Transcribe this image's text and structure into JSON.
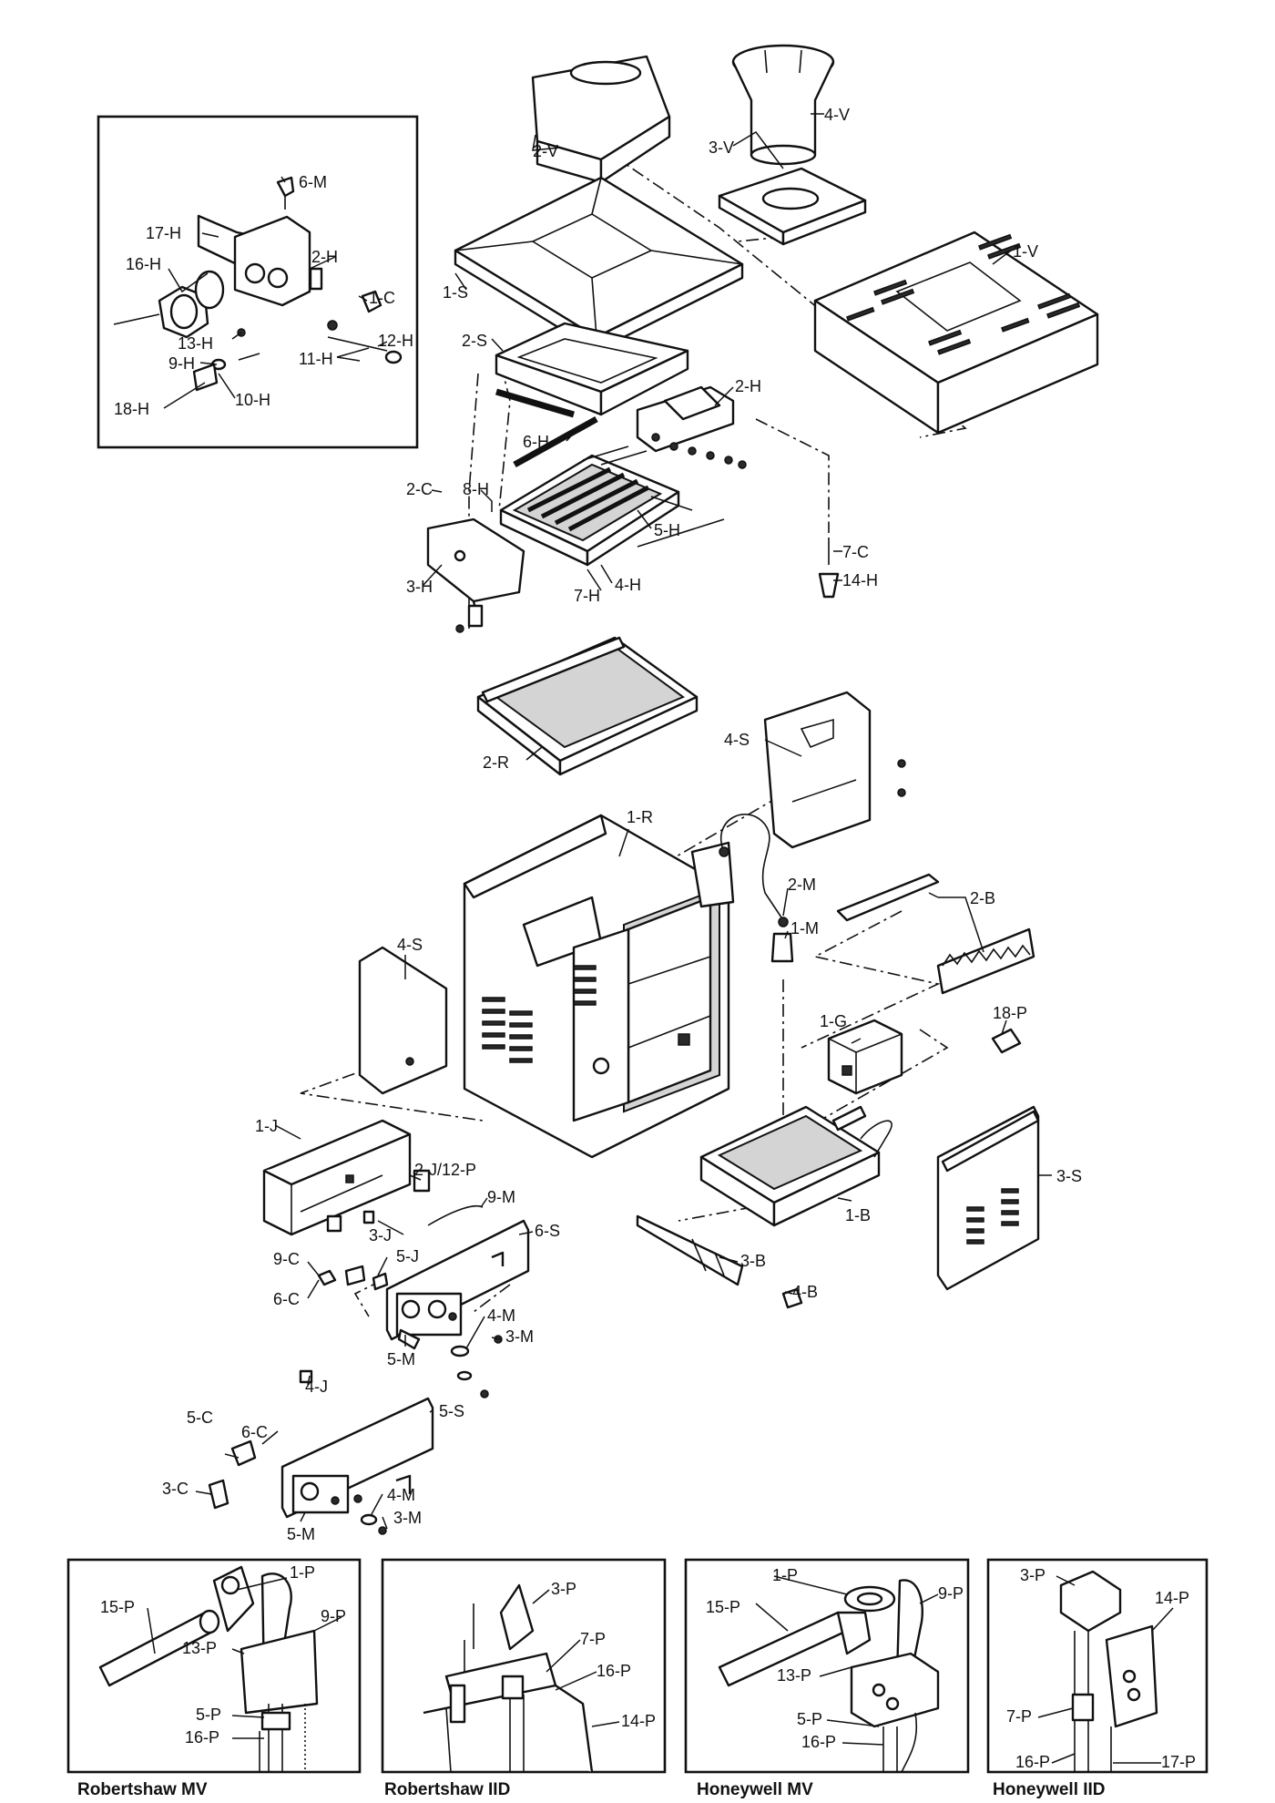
{
  "parts": {
    "v1": "1-V",
    "v2": "2-V",
    "v3": "3-V",
    "v4": "4-V",
    "s1": "1-S",
    "s2": "2-S",
    "s3": "3-S",
    "s4a": "4-S",
    "s4b": "4-S",
    "s5": "5-S",
    "s6": "6-S",
    "h2": "2-H",
    "h3": "3-H",
    "h4": "4-H",
    "h5": "5-H",
    "h6": "6-H",
    "h7": "7-H",
    "h8": "8-H",
    "h14": "14-H",
    "c2": "2-C",
    "c7": "7-C",
    "r1": "1-R",
    "r2": "2-R",
    "m1": "1-M",
    "m2": "2-M",
    "b1": "1-B",
    "b2": "2-B",
    "b3": "3-B",
    "b4": "4-B",
    "g1": "1-G",
    "p18": "18-P",
    "j1": "1-J",
    "j2p12": "2-J/12-P",
    "j3": "3-J",
    "j4": "4-J",
    "j5": "5-J",
    "m9": "9-M",
    "c9": "9-C",
    "c6a": "6-C",
    "c6b": "6-C",
    "c5": "5-C",
    "c3": "3-C",
    "m4a": "4-M",
    "m3a": "3-M",
    "m5a": "5-M",
    "m4b": "4-M",
    "m3b": "3-M",
    "m5b": "5-M"
  },
  "inset": {
    "m6": "6-M",
    "h17": "17-H",
    "h16": "16-H",
    "h2": "2-H",
    "c1": "1-C",
    "h13": "13-H",
    "h12": "12-H",
    "h9": "9-H",
    "h11": "11-H",
    "h18": "18-H",
    "h10": "10-H"
  },
  "pilots": [
    {
      "caption": "Robertshaw MV",
      "labels": [
        "15-P",
        "1-P",
        "9-P",
        "13-P",
        "5-P",
        "16-P"
      ]
    },
    {
      "caption": "Robertshaw IID",
      "labels": [
        "3-P",
        "7-P",
        "16-P",
        "14-P"
      ]
    },
    {
      "caption": "Honeywell MV",
      "labels": [
        "1-P",
        "15-P",
        "9-P",
        "13-P",
        "5-P",
        "16-P"
      ]
    },
    {
      "caption": "Honeywell IID",
      "labels": [
        "3-P",
        "14-P",
        "7-P",
        "16-P",
        "17-P"
      ]
    }
  ]
}
